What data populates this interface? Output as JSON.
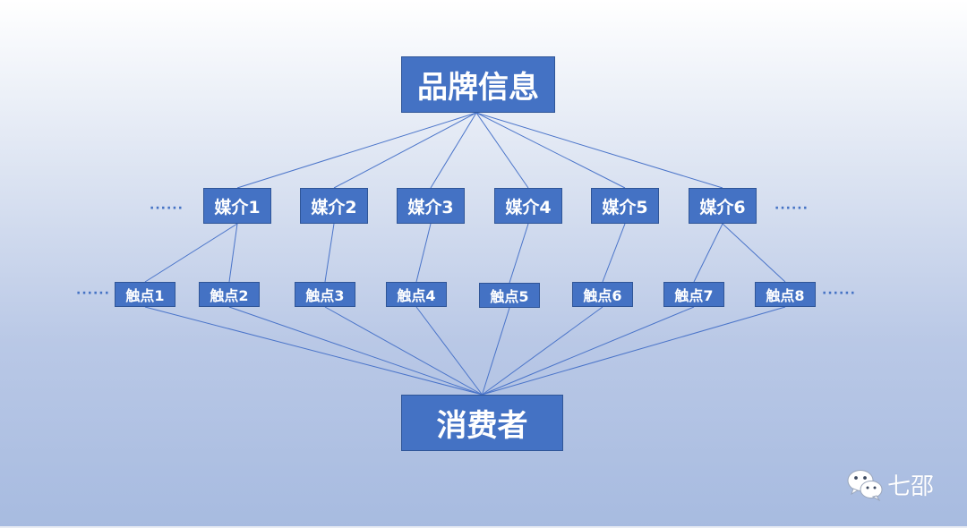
{
  "diagram": {
    "brand": "品牌信息",
    "media": [
      "媒介1",
      "媒介2",
      "媒介3",
      "媒介4",
      "媒介5",
      "媒介6"
    ],
    "touchpoints": [
      "触点1",
      "触点2",
      "触点3",
      "触点4",
      "触点5",
      "触点6",
      "触点7",
      "触点8"
    ],
    "consumer": "消费者",
    "ellipsis": "······",
    "media_touch_links": [
      [
        0,
        0
      ],
      [
        0,
        1
      ],
      [
        1,
        2
      ],
      [
        2,
        3
      ],
      [
        3,
        4
      ],
      [
        4,
        5
      ],
      [
        5,
        6
      ],
      [
        5,
        7
      ]
    ]
  },
  "watermark": {
    "text": "七邵",
    "icon": "wechat-icon"
  },
  "colors": {
    "node_fill": "#4472c4",
    "node_border": "#2f5597",
    "connector": "#4a74c9",
    "node_text": "#ffffff"
  }
}
